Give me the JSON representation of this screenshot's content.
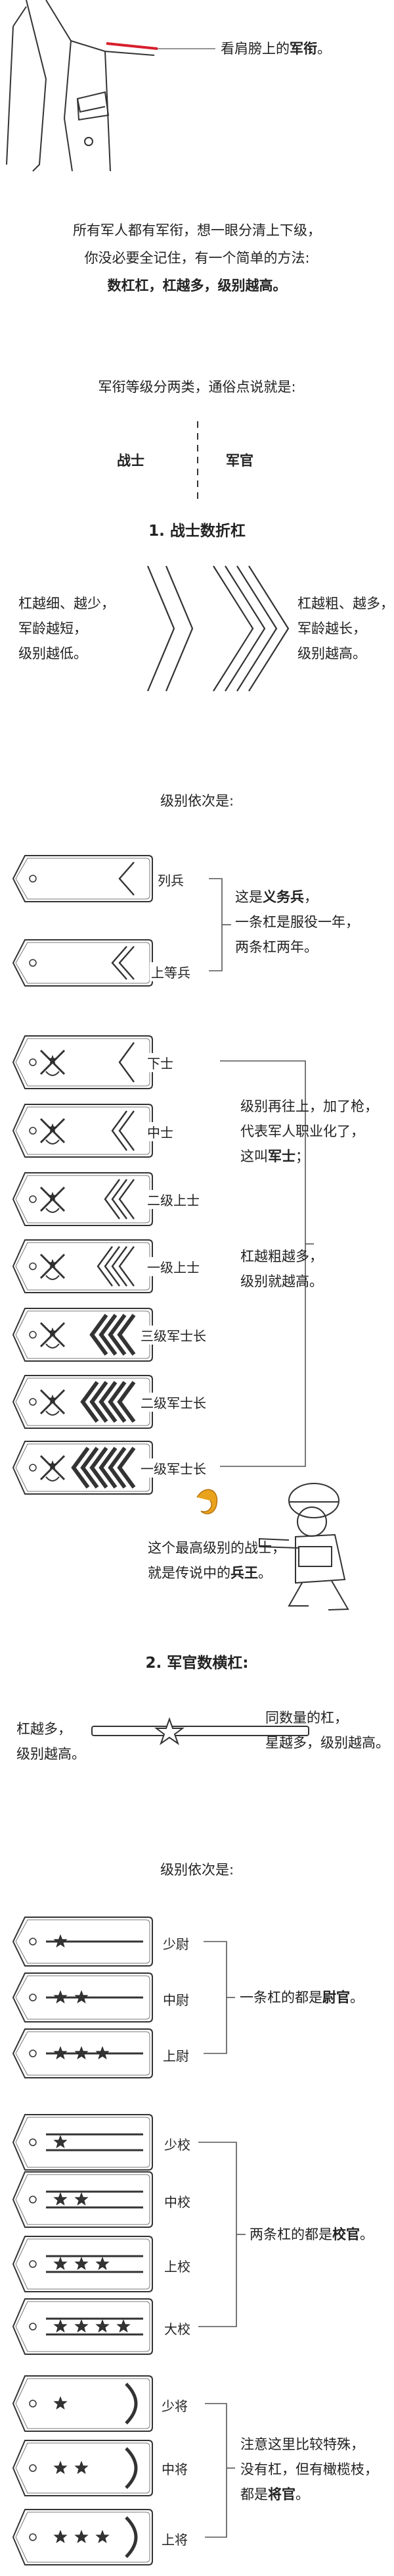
{
  "top_callout": {
    "prefix": "看肩膀上的",
    "emph": "军衔",
    "suffix": "。"
  },
  "intro": {
    "line1": "所有军人都有军衔，想一眼分清上下级，",
    "line2": "你没必要全记住，有一个简单的方法:",
    "rule": "数杠杠，杠越多，级别越高。"
  },
  "categories": {
    "intro": "军衔等级分两类，通俗点说就是:",
    "left": "战士",
    "right": "军官"
  },
  "section1": {
    "title": "1. 战士数折杠",
    "left_note": [
      "杠越细、越少，",
      "军龄越短，",
      "级别越低。"
    ],
    "right_note": [
      "杠越粗、越多，",
      "军龄越长，",
      "级别越高。"
    ],
    "order_title": "级别依次是:"
  },
  "conscripts": {
    "ranks": [
      "列兵",
      "上等兵"
    ],
    "note_line1_prefix": "这是",
    "note_line1_emph": "义务兵",
    "note_line1_suffix": "，",
    "note_line2": "一条杠是服役一年，",
    "note_line3": "两条杠两年。"
  },
  "nco": {
    "ranks": [
      "下士",
      "中士",
      "二级上士",
      "一级上士",
      "三级军士长",
      "二级军士长",
      "一级军士长"
    ],
    "note1_line1": "级别再往上，加了枪，",
    "note1_line2": "代表军人职业化了，",
    "note1_line3_prefix": "这叫",
    "note1_line3_emph": "军士",
    "note1_line3_suffix": "；",
    "note2_line1": "杠越粗越多，",
    "note2_line2": "级别就越高。",
    "king_line1": "这个最高级别的战士，",
    "king_line2_prefix": "就是传说中的",
    "king_line2_emph": "兵王",
    "king_line2_suffix": "。"
  },
  "section2": {
    "title": "2. 军官数横杠:",
    "left_note": [
      "杠越多，",
      "级别越高。"
    ],
    "right_note": [
      "同数量的杠，",
      "星越多，级别越高。"
    ],
    "order_title": "级别依次是:"
  },
  "junior_officers": {
    "ranks": [
      "少尉",
      "中尉",
      "上尉"
    ],
    "note_prefix": "一条杠的都是",
    "note_emph": "尉官",
    "note_suffix": "。"
  },
  "field_officers": {
    "ranks": [
      "少校",
      "中校",
      "上校",
      "大校"
    ],
    "note_prefix": "两条杠的都是",
    "note_emph": "校官",
    "note_suffix": "。"
  },
  "generals": {
    "ranks": [
      "少将",
      "中将",
      "上将"
    ],
    "note_line1": "注意这里比较特殊，",
    "note_line2": "没有杠，但有橄榄枝，",
    "note_line3_prefix": "都是",
    "note_line3_emph": "将官",
    "note_line3_suffix": "。"
  },
  "colors": {
    "accent_line": "#d81e2c",
    "ink": "#222222",
    "pin": "#e8a21c"
  }
}
